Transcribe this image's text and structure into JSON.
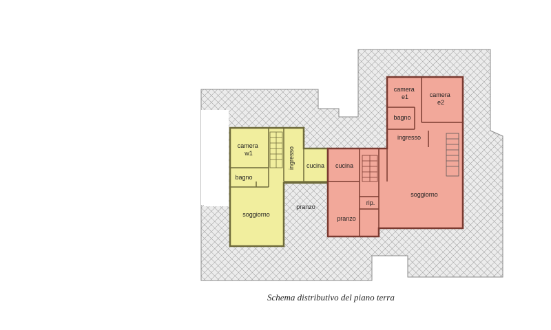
{
  "caption": "Schema distributivo del piano terra",
  "colors": {
    "terrace_fill": "#ececec",
    "terrace_hatch": "#9a9a9a",
    "unit_w_fill": "#f1ee9e",
    "unit_w_wall": "#6e6a3a",
    "unit_e_fill": "#f2a89a",
    "unit_e_wall": "#7a3a30"
  },
  "rooms": {
    "camera_w1": [
      "camera",
      "w1"
    ],
    "ingresso_w": "ingresso",
    "bagno_w": "bagno",
    "cucina_w": "cucina",
    "soggiorno_w": "soggiorno",
    "pranzo_w": "pranzo",
    "cucina_e": "cucina",
    "rip": "rip.",
    "pranzo_e": "pranzo",
    "camera_e1": [
      "camera",
      "e1"
    ],
    "camera_e2": [
      "camera",
      "e2"
    ],
    "bagno_e": "bagno",
    "ingresso_e": "ingresso",
    "soggiorno_e": "soggiorno"
  }
}
